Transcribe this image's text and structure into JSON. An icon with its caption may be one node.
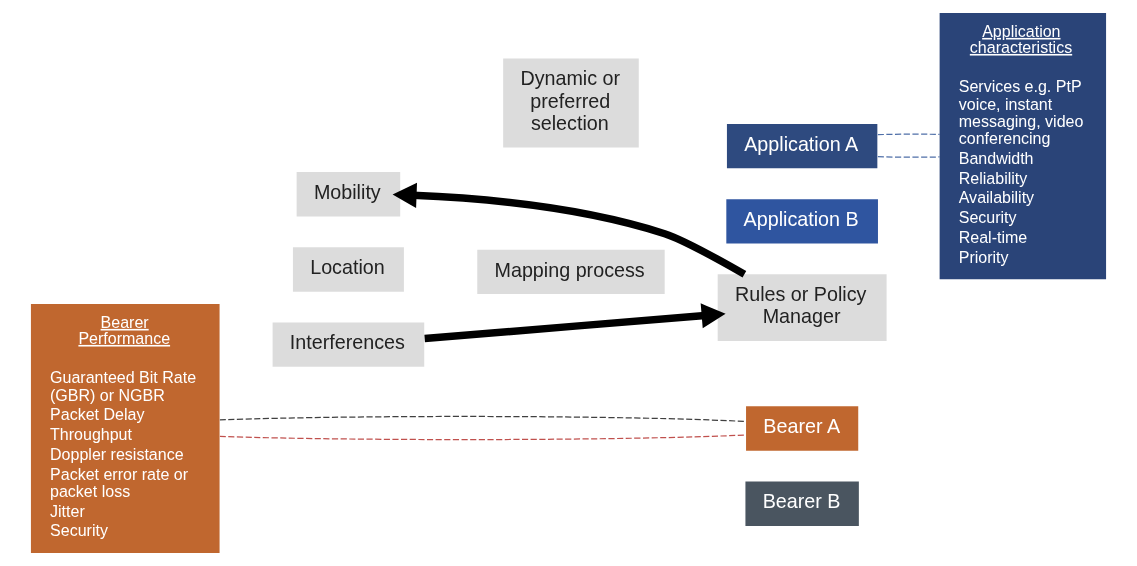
{
  "diagram": {
    "nodes": [
      {
        "text": [
          "Bearer Performance",
          "Guaranteed Bit Rate (GBR) or NGBR",
          "Packet Delay",
          "Throughput",
          "Doppler resistance",
          "Packet error rate or packet loss",
          "Jitter",
          "Security"
        ]
      },
      {
        "text": [
          "Application A"
        ]
      },
      {
        "text": [
          "Application B"
        ]
      },
      {
        "text": [
          "Application characteristics",
          "Services e.g. PtP voice, instant messaging, video conferencing",
          "Bandwidth",
          "Reliability",
          "Availability",
          "Security",
          "Real-time",
          "Priority"
        ]
      },
      {
        "text": [
          "Location"
        ]
      },
      {
        "text": [
          "Interferences"
        ]
      },
      {
        "text": [
          "Mapping process"
        ]
      },
      {
        "text": [
          "Dynamic or preferred selection"
        ]
      },
      {
        "text": [
          "Rules or Policy Manager"
        ]
      },
      {
        "text": [
          "Mobility"
        ]
      },
      {
        "text": [
          "Bearer A"
        ]
      },
      {
        "text": [
          "Bearer B"
        ]
      }
    ],
    "edges": [
      {
        "from": 0,
        "to": 10,
        "arrow": "none",
        "style": "dashed",
        "color": "#c0504d"
      },
      {
        "from": 0,
        "to": 10,
        "arrow": "none",
        "style": "dashed",
        "color": "#404040"
      },
      {
        "from": 1,
        "to": 3,
        "arrow": "none",
        "style": "dashed",
        "color": "#4f6fa8"
      },
      {
        "from": 1,
        "to": 3,
        "arrow": "none",
        "style": "dashed",
        "color": "#4f6fa8"
      },
      {
        "from": 5,
        "to": 8,
        "arrow": "to",
        "style": "thick",
        "color": "#000000"
      },
      {
        "from": 8,
        "to": 9,
        "arrow": "to",
        "style": "thick",
        "color": "#000000"
      }
    ]
  }
}
